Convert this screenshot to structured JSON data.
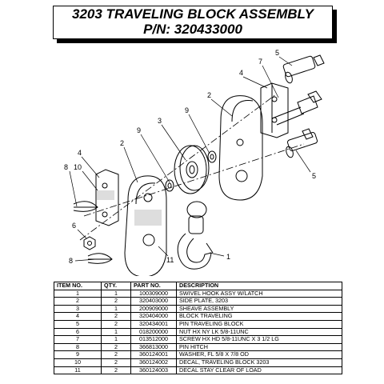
{
  "title": {
    "line1": "3203 TRAVELING BLOCK ASSEMBLY",
    "line2": "P/N: 320433000"
  },
  "callouts": [
    "5",
    "7",
    "4",
    "2",
    "9",
    "3",
    "5",
    "4",
    "10",
    "9",
    "2",
    "8",
    "6",
    "8",
    "11",
    "1"
  ],
  "table": {
    "headers": [
      "ITEM NO.",
      "QTY.",
      "PART NO.",
      "DESCRIPTION"
    ],
    "rows": [
      [
        "1",
        "1",
        "100309000",
        "SWIVEL HOOK ASSY W/LATCH"
      ],
      [
        "2",
        "2",
        "320403000",
        "SIDE PLATE, 3203"
      ],
      [
        "3",
        "1",
        "200909000",
        "SHEAVE ASSEMBLY"
      ],
      [
        "4",
        "2",
        "320404000",
        "BLOCK TRAVELING"
      ],
      [
        "5",
        "2",
        "320434001",
        "PIN TRAVELING BLOCK"
      ],
      [
        "6",
        "1",
        "018200000",
        "NUT HX NY LK 5/8-11UNC"
      ],
      [
        "7",
        "1",
        "013512000",
        "SCREW HX HD 5/8-11UNC X 3 1/2 LG"
      ],
      [
        "8",
        "2",
        "366813000",
        "PIN HITCH"
      ],
      [
        "9",
        "2",
        "360124001",
        "WASHER, FL 5/8 X 7/8 OD"
      ],
      [
        "10",
        "2",
        "360124002",
        "DECAL, TRAVELING BLOCK 3203"
      ],
      [
        "11",
        "2",
        "360124003",
        "DECAL STAY CLEAR OF LOAD"
      ]
    ]
  }
}
